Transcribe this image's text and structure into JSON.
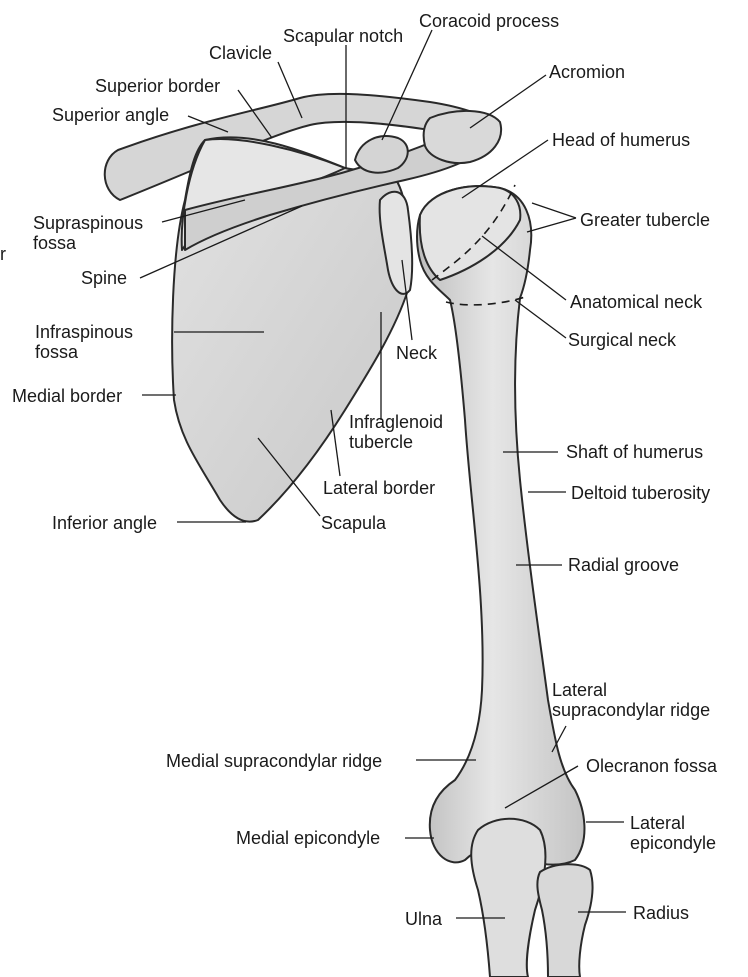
{
  "labels": {
    "coracoid_process": "Coracoid process",
    "clavicle": "Clavicle",
    "scapular_notch": "Scapular notch",
    "acromion": "Acromion",
    "superior_border": "Superior border",
    "superior_angle": "Superior angle",
    "head_of_humerus": "Head of humerus",
    "greater_tubercle": "Greater tubercle",
    "supraspinous_fossa": "Supraspinous\nfossa",
    "spine": "Spine",
    "anatomical_neck": "Anatomical neck",
    "surgical_neck": "Surgical neck",
    "infraspinous_fossa": "Infraspinous\nfossa",
    "neck": "Neck",
    "medial_border": "Medial border",
    "infraglenoid_tubercle": "Infraglenoid\ntubercle",
    "shaft_of_humerus": "Shaft of humerus",
    "lateral_border": "Lateral border",
    "deltoid_tuberosity": "Deltoid tuberosity",
    "inferior_angle": "Inferior angle",
    "scapula": "Scapula",
    "radial_groove": "Radial groove",
    "lateral_supracondylar_ridge": "Lateral\nsupracondylar ridge",
    "medial_supracondylar_ridge": "Medial supracondylar ridge",
    "olecranon_fossa": "Olecranon fossa",
    "medial_epicondyle": "Medial epicondyle",
    "lateral_epicondyle": "Lateral\nepicondyle",
    "ulna": "Ulna",
    "radius": "Radius",
    "cropped_margin_letter": "r"
  },
  "colors": {
    "bone_fill": "#dcdcdc",
    "bone_shade": "#bdbdbd",
    "bone_outline": "#2a2a2a",
    "leader_line": "#1a1a1a"
  }
}
